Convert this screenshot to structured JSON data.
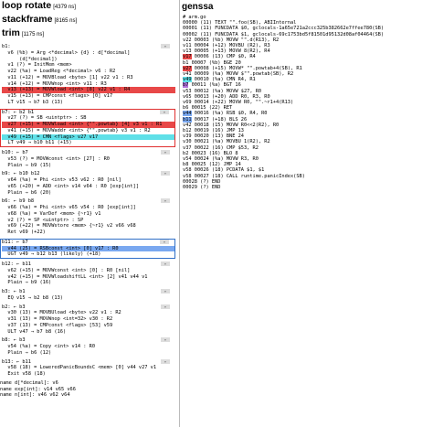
{
  "left": {
    "loop_rotate": {
      "title": "loop rotate",
      "time": "[4379 ns]"
    },
    "stackframe": {
      "title": "stackframe",
      "time": "[8165 ns]"
    },
    "trim": {
      "title": "trim",
      "time": "[1175 ns]"
    },
    "blocks": [
      {
        "lines": [
          "b1:",
          "v6 (%b) = Arg <*decimal> {d} : d[*decimal]",
          "    (d[*decimal])",
          "v1 (?) = InitMem <mem>",
          "v22 (%a) = LoadReg <*decimal> v6 : R2",
          "v11 (+12) = MOVBload <byte> [1] v22 v1 : R3",
          "v14 (+12) = MOVWnop <int> v11 : R3",
          "v13 (+13) = MOVWload <int> [8] v22 v1 : R4",
          "v15 (+13) = CMPconst <flags> [0] v17",
          "LT v15 → b7 b3 (13)"
        ]
      },
      {
        "lines": [
          "b7: ← b2 b1",
          "v27 (?) = SB <uintptr> : SB",
          "v27 (+15) = MOVWload <int> {\"\".powtab} [4] v3 v1 : R1",
          "v41 (+15) = MOVWaddr <int> {\"\".powtab} v3 v1 : R2",
          "v49 (+15) = CMN <flags> v27 v17",
          "LT v49 → b10 b11 (+15)"
        ]
      },
      {
        "lines": [
          "b10: ← b7",
          "v53 (?) = MOVWconst <int> [27] : R0",
          "Plain → b9 (15)"
        ]
      },
      {
        "lines": [
          "b9: ← b10 b12",
          "v64 (%a) = Phi <int> v53 v62 : R0 [nil]",
          "v65 (+20) = ADD <int> v14 v64 : R0 [exp[int]]",
          "Plain → b6 (20)"
        ]
      },
      {
        "lines": [
          "b6: ← b9 b8",
          "v66 (%a) = Phi <int> v65 v54 : R0 [exp[int]]",
          "v68 (%a) = VarDef <mem> {~r1} v1",
          "v2 (?) = SP <uintptr> : SP",
          "v69 (+22) = MOVWstore <mem> {~r1} v2 v66 v68",
          "Ret v69 (+22)"
        ]
      },
      {
        "lines": [
          "b11: ← b7",
          "v44 (25) = RSBconst <int> [0] v17 : R0",
          "UGT v49 → b12 b13 (likely) (+18)"
        ]
      },
      {
        "lines": [
          "b12: ← b11",
          "v62 (+15) = MOVWconst <int> [0] : R0 [nil]",
          "v42 (+15) = MOVWloadshiftLL <int> [2] v41 v44 v1",
          "Plain → b9 (16)"
        ]
      },
      {
        "lines": [
          "b3: ← b1",
          "EQ v15 → b2 b8 (13)"
        ]
      },
      {
        "lines": [
          "b2: ← b3",
          "v30 (13) = MOVBUload <byte> v22 v1 : R2",
          "v31 (13) = MOVWnop <int=32> v30 : R2",
          "v37 (13) = CMPconst <flags> [53] v59",
          "ULT v47 → b7 b8 (16)"
        ]
      },
      {
        "lines": [
          "b8: ← b3",
          "v54 (%a) = Copy <int> v14 : R0",
          "Plain → b6 (12)"
        ]
      },
      {
        "lines": [
          "b13: ← b11",
          "v58 (18) = LoweredPanicBoundsC <mem> [0] v44 v27 v1",
          "Exit v58 (18)"
        ]
      }
    ],
    "footer": [
      "name d[*decimal]: v6",
      "name exp[int]: v14 v65 v66",
      "name n[int]: v46 v62 v64"
    ]
  },
  "right": {
    "title": "genssa",
    "lines": [
      "# arm.go",
      "00000 (11) TEXT \"\".foo(SB), ABIInternal",
      "00001 (11) FUNCDATA $0, gclocals-1a65e721a2ccc325b382662e7ffee780(SB)",
      "00002 (11) FUNCDATA $1, gclocals-69c1753bd5f81501d95132d08af04464(SB)",
      "v22 00003 (%b) MOVW \"\".d(R13), R2",
      "v11 00004 (+12) MOVBU (R2), R3",
      "v13 00005 (+13) MOVW 8(R2), R4",
      "v17 00006 (13) CMP $0, R4",
      "b1 00007 (%b) BGE 20",
      "v27 00008 (+15) MOVW* \"\".powtab+4(SB), R1",
      "v41 00009 (%a) MOVW $\"\".powtab(SB), R2",
      "v49 00010 (%a) CMN R4, R1",
      "b7 00011 (%a) BGT 16",
      "v53 00012 (%a) MOVW $27, R0",
      "v65 00013 (+20) ADD R0, R3, R0",
      "v69 00014 (+22) MOVW R0, \"\".~r1+4(R13)",
      "b6 00015 (22) RET",
      "v44 00016 (%a) RSB $0, R4, R0",
      "b11 00017 (+18) BLS 26",
      "v42 00018 (15) MOVW R0<<2(R2), R0",
      "b12 00019 (16) JMP 13",
      "v39 00020 (13) BNE 24",
      "v30 00021 (%a) MOVBU 1(R2), R2",
      "v37 00022 (16) CMP $53, R2",
      "b2 00023 (16) BLO 8",
      "v54 00024 (%a) MOVW R3, R0",
      "b8 00025 (12) JMP 14",
      "v58 00026 (18) PCDATA $1, $1",
      "v58 00027 (18) CALL runtime.panicIndex(SB)",
      "00028 (?) END",
      "00029 (?) END"
    ]
  }
}
